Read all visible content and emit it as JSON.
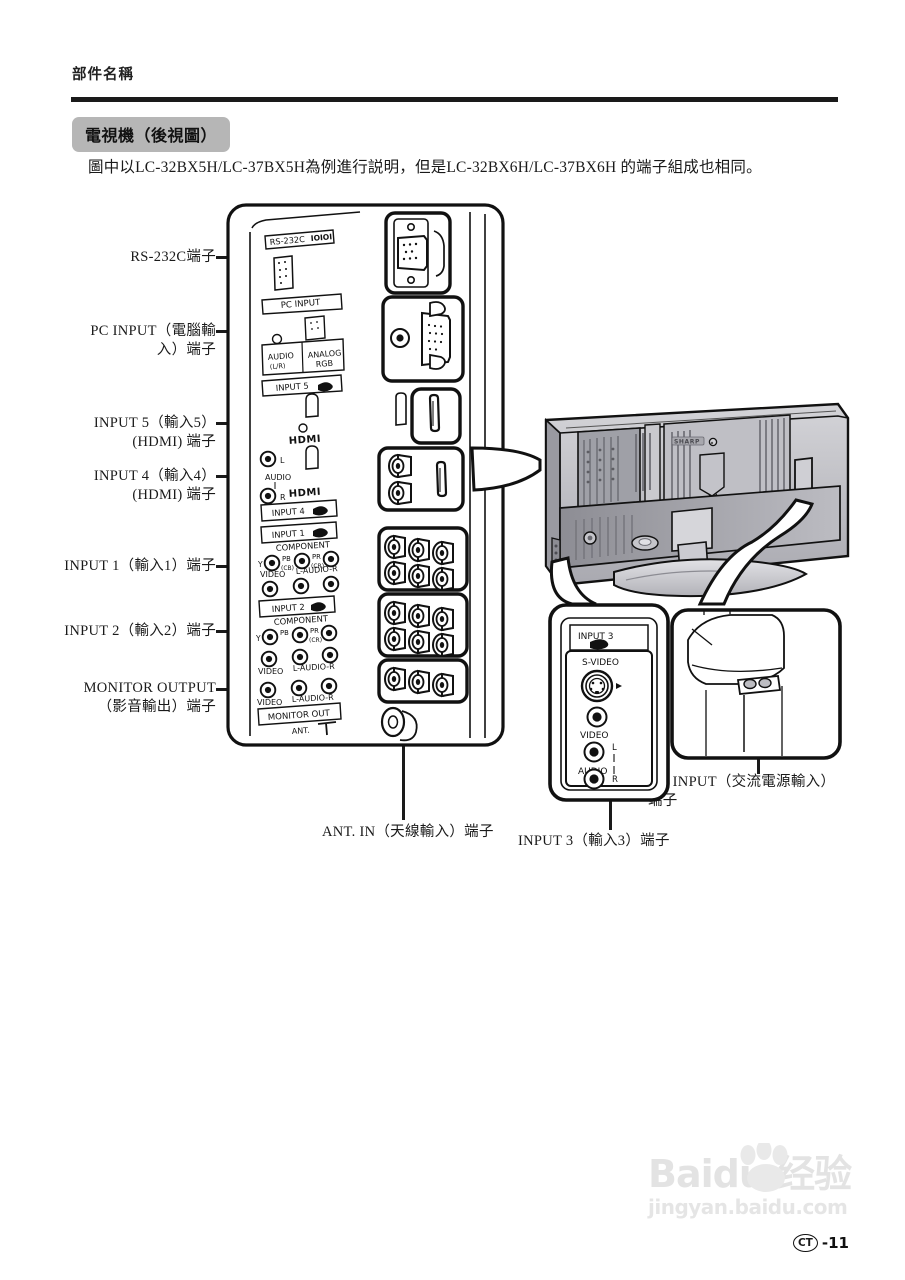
{
  "header": {
    "section_title": "部件名稱",
    "subsection_title": "電視機（後視圖）",
    "intro_text": "圖中以LC-32BX5H/LC-37BX5H為例進行説明，但是LC-32BX6H/LC-37BX6H 的端子組成也相同。"
  },
  "callouts": {
    "rs232c": "RS-232C端子",
    "pc_input": "PC  INPUT（電腦輸\n入）端子",
    "input5": "INPUT  5（輸入5）\n(HDMI) 端子",
    "input4": "INPUT  4（輸入4）\n(HDMI) 端子",
    "input1": "INPUT  1（輸入1）端子",
    "input2": "INPUT  2（輸入2）端子",
    "monitor_output": "MONITOR  OUTPUT\n（影音輸出）端子",
    "ant_in": "ANT. IN（天線輸入）端子",
    "input3": "INPUT  3（輸入3）端子",
    "ac_input": "AC  INPUT（交流電源輸入）\n端子"
  },
  "panel_labels": {
    "rs232c": "RS-232C",
    "rs232c_icon": "IOIOI",
    "pc_input": "PC INPUT",
    "audio_lr": "AUDIO",
    "audio_lr_sub": "(L/R)",
    "analog_rgb": "ANALOG",
    "analog_rgb_sub": "RGB",
    "input5": "INPUT 5",
    "hdmi": "HDMI",
    "audio": "AUDIO",
    "ch_l": "L",
    "ch_r": "R",
    "input4": "INPUT 4",
    "input1": "INPUT 1",
    "component": "COMPONENT",
    "comp_y": "Y",
    "comp_pb": "PB",
    "comp_pb_sub": "(CB)",
    "comp_pr": "PR",
    "comp_pr_sub": "(CR)",
    "video": "VIDEO",
    "l_audio_r": "L-AUDIO-R",
    "input2": "INPUT 2",
    "monitor_out": "MONITOR OUT",
    "ant": "ANT."
  },
  "side_panel_labels": {
    "input3": "INPUT 3",
    "s_video": "S-VIDEO",
    "video": "VIDEO",
    "audio": "AUDIO",
    "ch_l": "L",
    "ch_r": "R"
  },
  "tv_illustration": {
    "brand": "SHARP"
  },
  "watermark": {
    "main": "Baidu 经验",
    "sub": "jingyan.baidu.com"
  },
  "footer": {
    "locale": "CT",
    "page_number": "-11"
  },
  "colors": {
    "ink": "#1a1a1a",
    "badge_bg": "#b6b6b6",
    "panel_fill": "#ffffff",
    "tv_body": "#b9b9bd",
    "tv_dark": "#8e8e94",
    "tv_light": "#d7d7db"
  }
}
